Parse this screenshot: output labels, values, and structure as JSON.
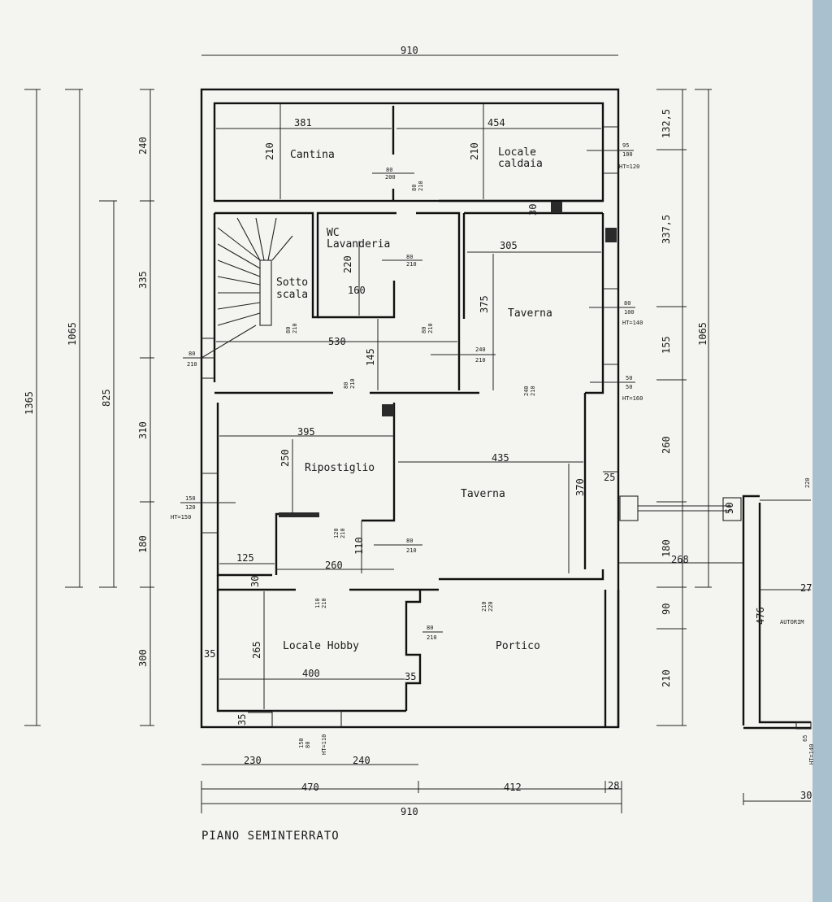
{
  "drawing": {
    "title": "PIANO SEMINTERRATO",
    "rooms": {
      "cantina": "Cantina",
      "locale_caldaia_1": "Locale",
      "locale_caldaia_2": "caldaia",
      "wc_1": "WC",
      "wc_2": "Lavanderia",
      "sottoscala_1": "Sotto",
      "sottoscala_2": "scala",
      "taverna_upper": "Taverna",
      "taverna_lower": "Taverna",
      "ripostiglio": "Ripostiglio",
      "locale_hobby": "Locale Hobby",
      "portico": "Portico",
      "autorimessa": "AUTORIM"
    },
    "dimensions": {
      "top_overall": "910",
      "bottom_overall": "910",
      "left_1365": "1365",
      "left_1065": "1065",
      "left_825": "825",
      "left_240": "240",
      "left_335": "335",
      "left_310": "310",
      "left_180": "180",
      "left_300": "300",
      "right_132_5": "132,5",
      "right_337_5": "337,5",
      "right_155": "155",
      "right_260": "260",
      "right_180": "180",
      "right_90": "90",
      "right_210": "210",
      "right_1065": "1065",
      "d_381": "381",
      "d_454": "454",
      "d_210_cantina": "210",
      "d_210_caldaia": "210",
      "d_30_a": "30",
      "d_305": "305",
      "d_220": "220",
      "d_160": "160",
      "d_375": "375",
      "d_530": "530",
      "d_145": "145",
      "d_395": "395",
      "d_250": "250",
      "d_435": "435",
      "d_370": "370",
      "d_25": "25",
      "d_125": "125",
      "d_260": "260",
      "d_110": "110",
      "d_30_b": "30",
      "d_265": "265",
      "d_400": "400",
      "d_35_a": "35",
      "d_35_b": "35",
      "d_35_c": "35",
      "d_268": "268",
      "d_476": "476",
      "d_27": "27",
      "d_50": "50",
      "d_230": "230",
      "d_240_b": "240",
      "d_470": "470",
      "d_412": "412",
      "d_28": "28",
      "d_30_c": "30"
    },
    "openings": {
      "o_80_200_a": [
        "80",
        "200"
      ],
      "o_80_210_a": [
        "80",
        "210"
      ],
      "o_80_210_b": [
        "80",
        "210"
      ],
      "o_80_210_c": [
        "80",
        "210"
      ],
      "o_80_210_d": [
        "80",
        "210"
      ],
      "o_120_210": [
        "120",
        "210"
      ],
      "o_240_210": [
        "240",
        "210"
      ],
      "o_110_210": [
        "110",
        "210"
      ],
      "o_210_220": [
        "210",
        "220"
      ],
      "o_80_210_e": [
        "80",
        "210"
      ],
      "o_80_210_f": [
        "80",
        "210"
      ],
      "o_80_210_g": [
        "80",
        "210"
      ],
      "o_80_210_h": [
        "80",
        "210"
      ],
      "w_95_100": [
        "95",
        "100",
        "HT=120"
      ],
      "w_80_100": [
        "80",
        "100",
        "HT=140"
      ],
      "w_50_50": [
        "50",
        "50",
        "HT=160"
      ],
      "w_150_120": [
        "150",
        "120",
        "HT=150"
      ],
      "w_150_80": [
        "150",
        "80",
        "HT=110"
      ],
      "w_80_210": [
        "80",
        "210"
      ],
      "w_65": [
        "65",
        "HT=140"
      ],
      "w_220": [
        "220"
      ]
    }
  }
}
